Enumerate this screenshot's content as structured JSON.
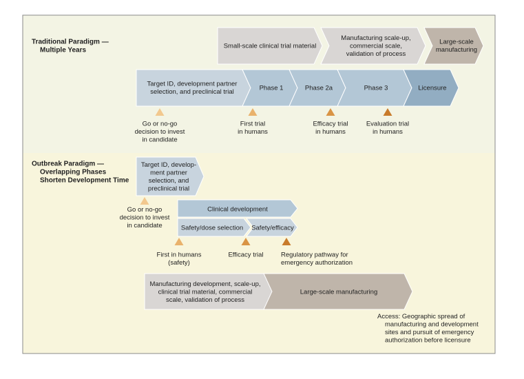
{
  "traditional": {
    "label": [
      "Traditional Paradigm —",
      "Multiple Years"
    ],
    "manufacturing": [
      {
        "id": "small-scale",
        "lines": [
          "Small-scale clinical trial material"
        ],
        "color": "#d9d6d4"
      },
      {
        "id": "mfg-scaleup",
        "lines": [
          "Manufacturing scale-up,",
          "commercial scale,",
          "validation of process"
        ],
        "color": "#d9d6d4"
      },
      {
        "id": "large-scale",
        "lines": [
          "Large-scale",
          "manufacturing"
        ],
        "color": "#bfb5aa"
      }
    ],
    "phases": [
      {
        "id": "target-id",
        "lines": [
          "Target ID, development partner",
          "selection, and preclinical trial"
        ],
        "color": "#c8d4de"
      },
      {
        "id": "phase-1",
        "lines": [
          "Phase 1"
        ],
        "color": "#b3c7d6"
      },
      {
        "id": "phase-2a",
        "lines": [
          "Phase 2a"
        ],
        "color": "#b3c7d6"
      },
      {
        "id": "phase-3",
        "lines": [
          "Phase 3"
        ],
        "color": "#b3c7d6"
      },
      {
        "id": "licensure",
        "lines": [
          "Licensure"
        ],
        "color": "#92adc2"
      }
    ],
    "milestones": [
      {
        "id": "go-no-go",
        "lines": [
          "Go or no-go",
          "decision to invest",
          "in candidate"
        ],
        "color": "#f2c88e"
      },
      {
        "id": "first-trial",
        "lines": [
          "First trial",
          "in humans"
        ],
        "color": "#e9b26c"
      },
      {
        "id": "efficacy-trial",
        "lines": [
          "Efficacy trial",
          "in humans"
        ],
        "color": "#d99445"
      },
      {
        "id": "evaluation-trial",
        "lines": [
          "Evaluation trial",
          "in humans"
        ],
        "color": "#c87b2b"
      }
    ]
  },
  "outbreak": {
    "label": [
      "Outbreak Paradigm —",
      "Overlapping Phases",
      "Shorten Development Time"
    ],
    "target": {
      "id": "target-id",
      "lines": [
        "Target ID, develop-",
        "ment partner",
        "selection, and",
        "preclinical trial"
      ],
      "color": "#c8d4de"
    },
    "go_no_go": {
      "lines": [
        "Go or no-go",
        "decision to invest",
        "in candidate"
      ],
      "color": "#f2c88e"
    },
    "clinical": {
      "label": "Clinical development",
      "color": "#b3c7d6"
    },
    "safety_dose": {
      "label": "Safety/dose selection",
      "color": "#c8d4de"
    },
    "safety_efficacy": {
      "label": "Safety/efficacy",
      "color": "#c8d4de"
    },
    "milestones": [
      {
        "id": "first-humans",
        "lines": [
          "First in humans",
          "(safety)"
        ],
        "color": "#e9b26c"
      },
      {
        "id": "efficacy-trial",
        "lines": [
          "Efficacy trial"
        ],
        "color": "#d99445"
      },
      {
        "id": "regulatory",
        "lines": [
          "Regulatory pathway for",
          "emergency authorization"
        ],
        "color": "#c87b2b"
      }
    ],
    "mfg_dev": {
      "lines": [
        "Manufacturing development, scale-up,",
        "clinical trial material, commercial",
        "scale, validation of process"
      ],
      "color": "#d9d6d4"
    },
    "mfg_large": {
      "label": "Large-scale manufacturing",
      "color": "#bfb5aa"
    },
    "access": [
      "Access: Geographic spread of",
      "manufacturing and development",
      "sites and pursuit of emergency",
      "authorization before licensure"
    ]
  },
  "colors": {
    "top_bg": "#f3f4e4",
    "bottom_bg": "#f8f5dc",
    "border": "#8a8a8a",
    "text": "#222222"
  }
}
